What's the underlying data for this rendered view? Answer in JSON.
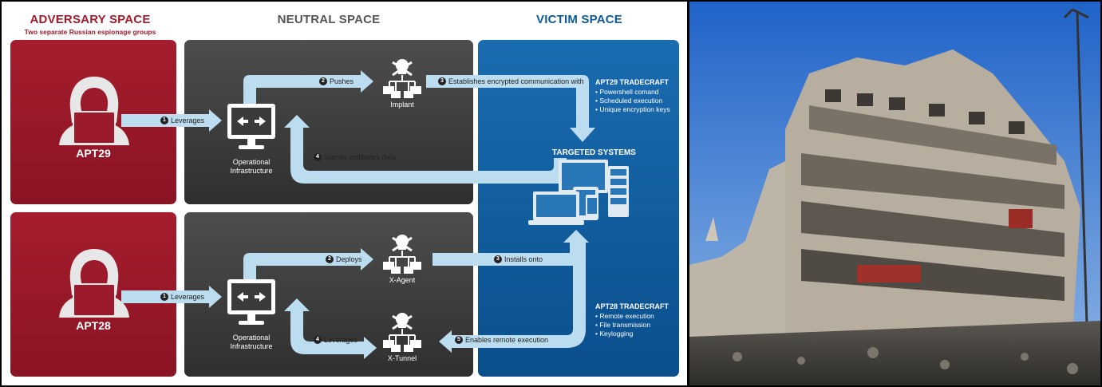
{
  "headers": {
    "adversary": "ADVERSARY SPACE",
    "adversary_sub": "Two separate Russian espionage groups",
    "neutral": "NEUTRAL SPACE",
    "victim": "VICTIM SPACE"
  },
  "colors": {
    "adversary": "#9b1a2b",
    "neutral": "#3d3d3d",
    "victim": "#0f5a99",
    "arrow": "#bcdcef"
  },
  "top": {
    "actor": "APT29",
    "step1": "Leverages",
    "step2": "Pushes",
    "step3": "Establishes encrypted communication with",
    "step4": "Silently exfiltrates data",
    "infra": "Operational Infrastructure",
    "implant": "Implant",
    "tradecraft_title": "APT29 TRADECRAFT",
    "tradecraft": [
      "Powershell comand",
      "Scheduled execution",
      "Unique encryption keys"
    ]
  },
  "targeted_systems": "TARGETED SYSTEMS",
  "bottom": {
    "actor": "APT28",
    "step1": "Leverages",
    "step2": "Deploys",
    "step3": "Installs onto",
    "step4": "Leverages",
    "step5": "Enables remote execution",
    "infra": "Operational Infrastructure",
    "xagent": "X-Agent",
    "xtunnel": "X-Tunnel",
    "tradecraft_title": "APT28 TRADECRAFT",
    "tradecraft": [
      "Remote execution",
      "File transmission",
      "Keylogging"
    ]
  },
  "icons": [
    "hacker-icon",
    "monitor-icon",
    "skull-network-icon",
    "devices-icon"
  ]
}
